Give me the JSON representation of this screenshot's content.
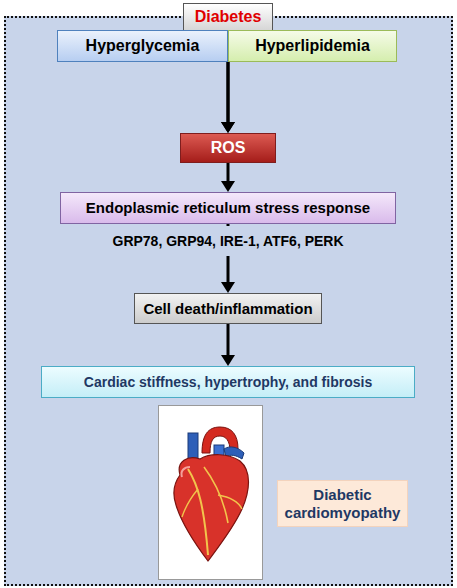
{
  "diagram": {
    "nodes": [
      {
        "text": [
          "Diabetes"
        ]
      },
      {
        "text": [
          "Hyperglycemia"
        ]
      },
      {
        "text": [
          "Hyperlipidemia"
        ]
      },
      {
        "text": [
          "ROS"
        ]
      },
      {
        "text": [
          "Endoplasmic reticulum stress response"
        ]
      },
      {
        "text": [
          "Cell death/inflammation"
        ]
      },
      {
        "text": [
          "Cardiac stiffness, hypertrophy, and fibrosis"
        ]
      },
      {
        "text": [
          "Diabetic cardiomyopathy"
        ]
      }
    ],
    "edges": [
      {
        "from": 1,
        "to": 3,
        "arrow": "to"
      },
      {
        "from": 2,
        "to": 3,
        "arrow": "to"
      },
      {
        "from": 3,
        "to": 4,
        "arrow": "to"
      },
      {
        "from": 4,
        "to": 5,
        "arrow": "to"
      },
      {
        "from": 5,
        "to": 6,
        "arrow": "to"
      }
    ],
    "labels": [
      "GRP78, GRP94, IRE-1, ATF6, PERK"
    ]
  }
}
